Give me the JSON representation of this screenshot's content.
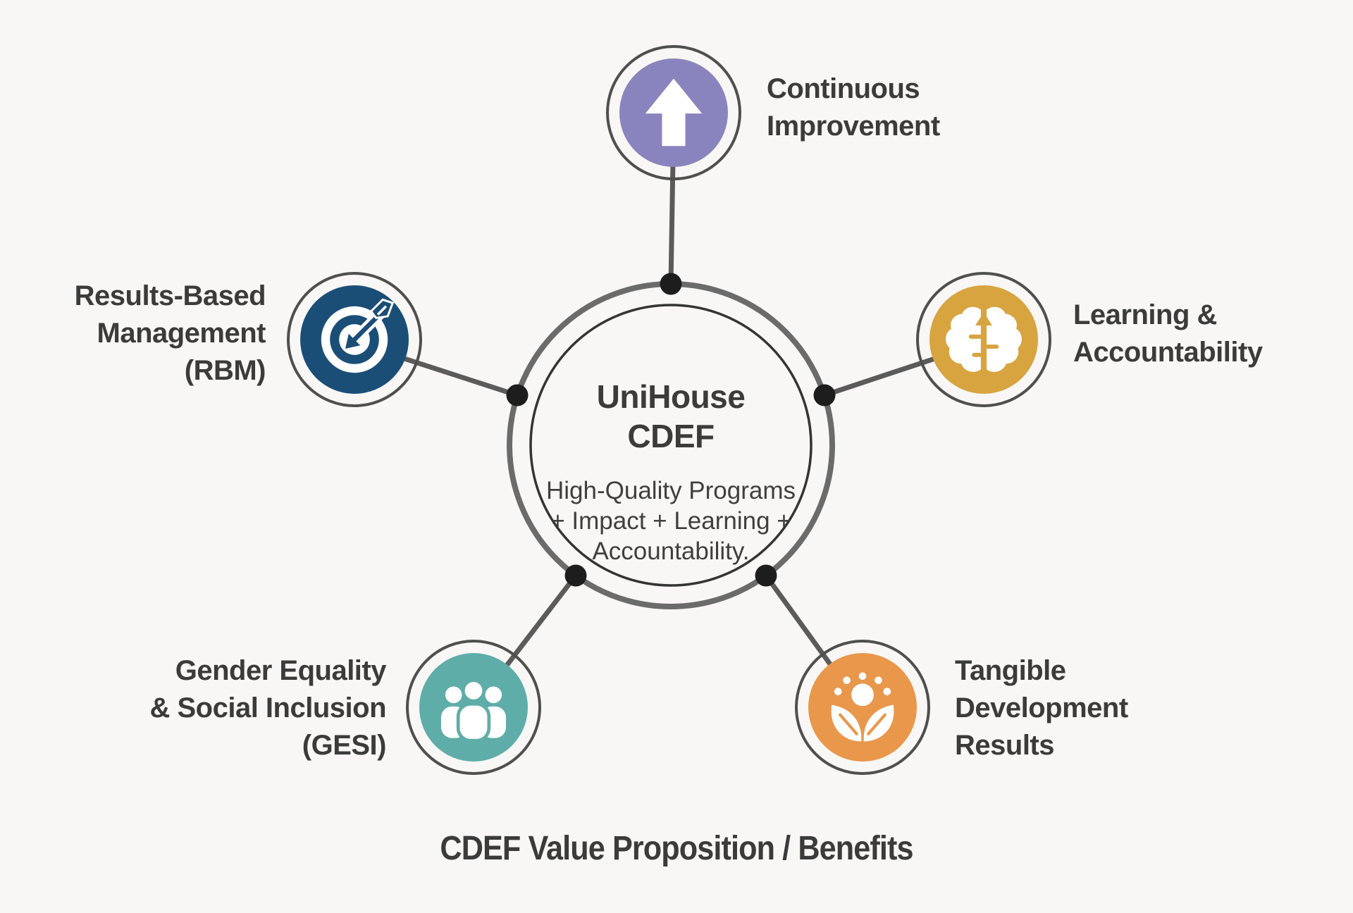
{
  "diagram": {
    "caption": "CDEF Value Proposition / Benefits",
    "hub": {
      "title": "UniHouse\nCDEF",
      "subtitle": "High-Quality Programs\n+ Impact + Learning +\nAccountability."
    },
    "nodes": [
      {
        "id": "continuous-improvement",
        "label": "Continuous\nImprovement",
        "icon": "arrow-up-icon",
        "color": "#8a84be"
      },
      {
        "id": "learning-accountability",
        "label": "Learning &\nAccountability",
        "icon": "brain-icon",
        "color": "#d8a440"
      },
      {
        "id": "tangible-development-results",
        "label": "Tangible\nDevelopment\nResults",
        "icon": "growth-icon",
        "color": "#e9974b"
      },
      {
        "id": "gender-equality-social-inclusion",
        "label": "Gender Equality\n& Social Inclusion\n(GESI)",
        "icon": "people-icon",
        "color": "#5fada9"
      },
      {
        "id": "results-based-management",
        "label": "Results-Based\nManagement\n(RBM)",
        "icon": "target-icon",
        "color": "#1b4e77"
      }
    ],
    "colors": {
      "background": "#f8f7f5",
      "label_text": "#3b3b3b",
      "hub_outer_ring": "#6b6b6b",
      "hub_inner_ring": "#343434",
      "node_ring": "#4f4f4f",
      "connector_line": "#5b5b5b",
      "connector_dot": "#1d1d1d",
      "icon_glyph": "#ffffff"
    }
  }
}
